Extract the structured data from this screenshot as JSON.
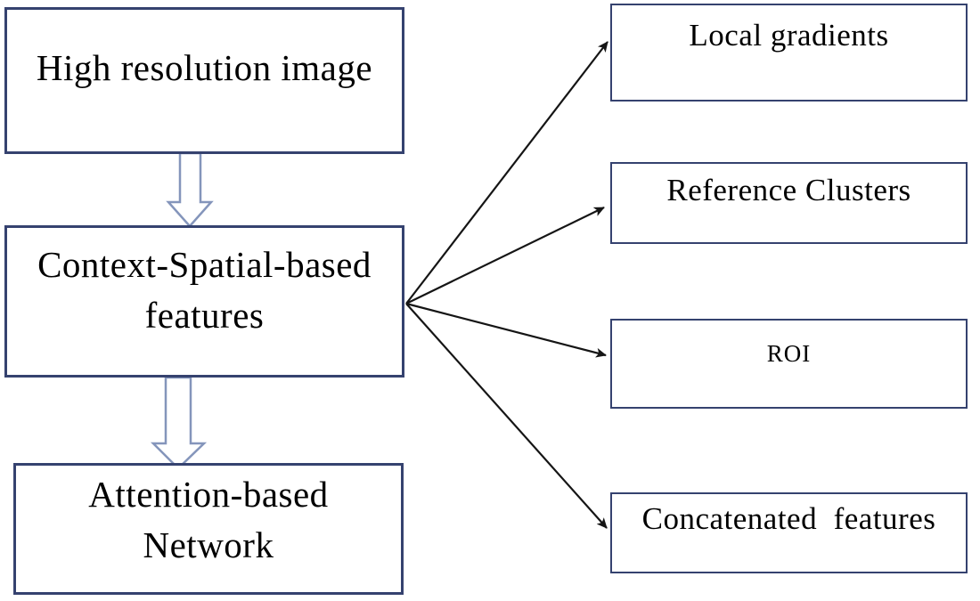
{
  "diagram": {
    "left_nodes": [
      {
        "id": "high-resolution-image",
        "label": "High resolution image"
      },
      {
        "id": "context-spatial-features",
        "label": "Context-Spatial-based\nfeatures"
      },
      {
        "id": "attention-network",
        "label": "Attention-based\nNetwork"
      }
    ],
    "right_nodes": [
      {
        "id": "local-gradients",
        "label": "Local gradients"
      },
      {
        "id": "reference-clusters",
        "label": "Reference Clusters"
      },
      {
        "id": "roi",
        "label": "ROI"
      },
      {
        "id": "concatenated-features",
        "label": "Concatenated  features"
      }
    ],
    "connections": [
      {
        "from": "context-spatial-features",
        "to": "local-gradients"
      },
      {
        "from": "context-spatial-features",
        "to": "reference-clusters"
      },
      {
        "from": "context-spatial-features",
        "to": "roi"
      },
      {
        "from": "context-spatial-features",
        "to": "concatenated-features"
      },
      {
        "from": "high-resolution-image",
        "to": "context-spatial-features",
        "style": "block-arrow"
      },
      {
        "from": "context-spatial-features",
        "to": "attention-network",
        "style": "block-arrow"
      }
    ],
    "colors": {
      "background": "#ffffff",
      "box_border": "#35426f",
      "block_arrow_outline": "#8495bb",
      "thin_arrow": "#151515",
      "text": "#000000"
    }
  }
}
